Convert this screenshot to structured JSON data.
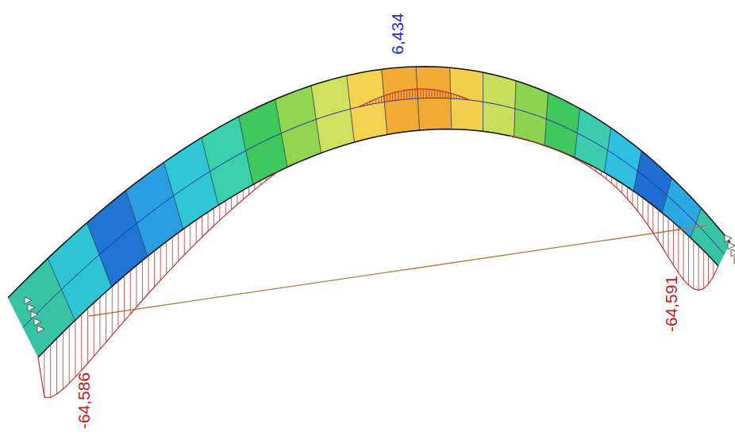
{
  "diagram": {
    "labels": [
      "6,434",
      "-64,586",
      "-64,591"
    ]
  }
}
